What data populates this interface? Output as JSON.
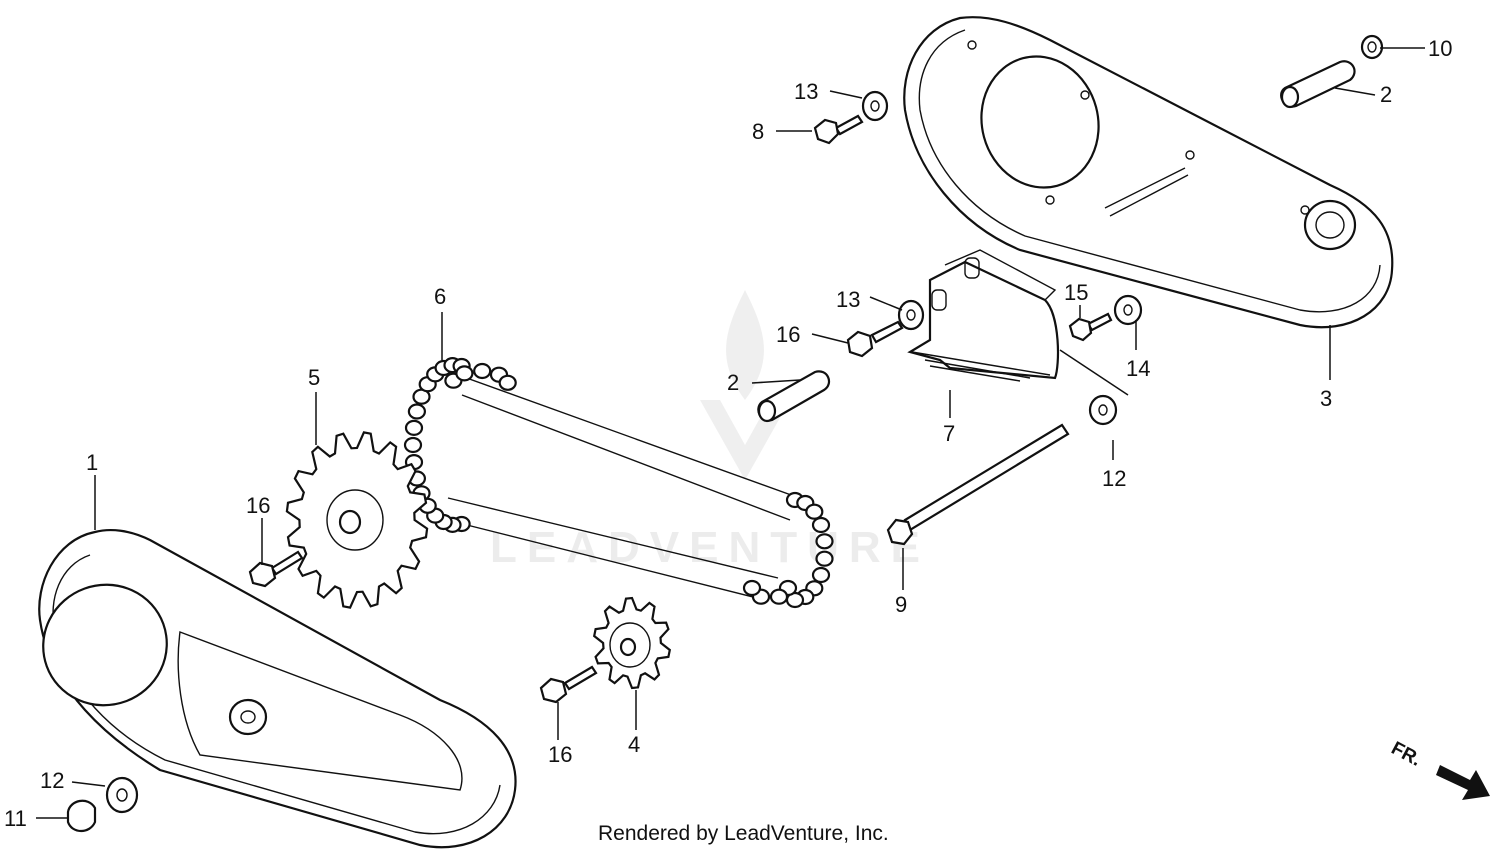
{
  "callouts": {
    "c1": "1",
    "c2a": "2",
    "c2b": "2",
    "c3": "3",
    "c4": "4",
    "c5": "5",
    "c6": "6",
    "c7": "7",
    "c8": "8",
    "c9": "9",
    "c10": "10",
    "c11": "11",
    "c12a": "12",
    "c12b": "12",
    "c13a": "13",
    "c13b": "13",
    "c14": "14",
    "c15": "15",
    "c16a": "16",
    "c16b": "16",
    "c16c": "16"
  },
  "footer": {
    "credit": "Rendered by LeadVenture, Inc."
  },
  "direction": {
    "label": "FR."
  },
  "watermark": {
    "text": "LEADVENTURE"
  }
}
